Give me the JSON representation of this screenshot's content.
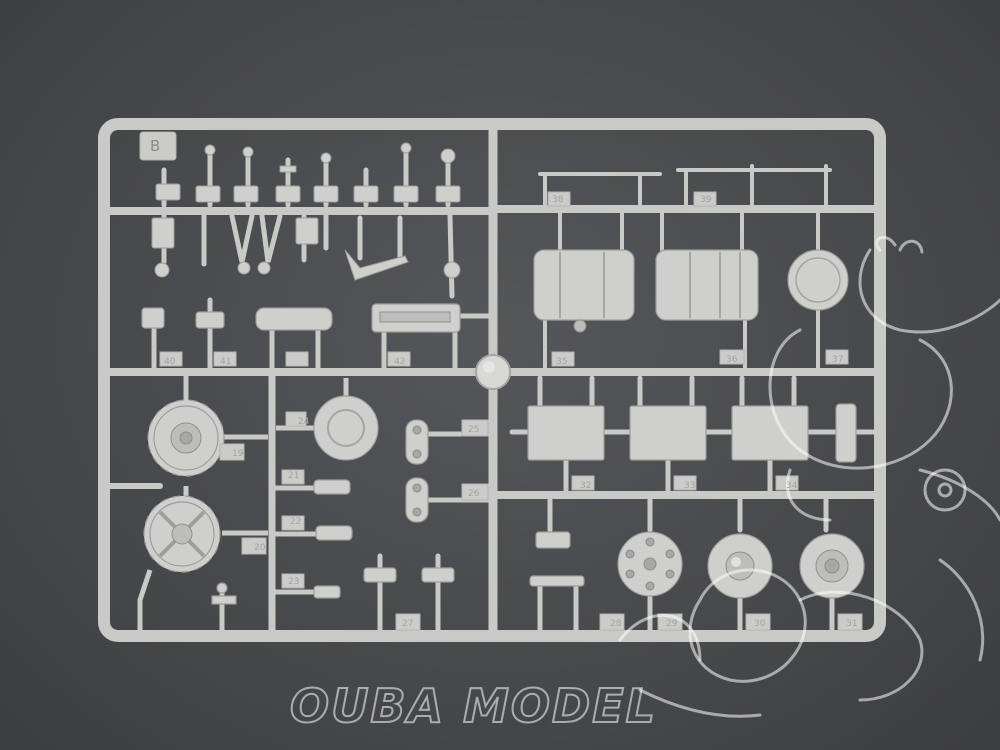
{
  "photo": {
    "subject": "",
    "sprue_letter": "B",
    "sprue_code": "",
    "watermark_text": "OUBA MODEL",
    "part_numbers": [
      "19",
      "20",
      "21",
      "22",
      "23",
      "24",
      "25",
      "26",
      "27",
      "28",
      "29",
      "30",
      "31",
      "32",
      "33",
      "34",
      "35",
      "36",
      "37",
      "38",
      "39",
      "40",
      "41",
      "42"
    ],
    "colors": {
      "background": "#4a4b4d",
      "plastic": "#cfcfcd",
      "watermark": "#ffffff"
    }
  }
}
